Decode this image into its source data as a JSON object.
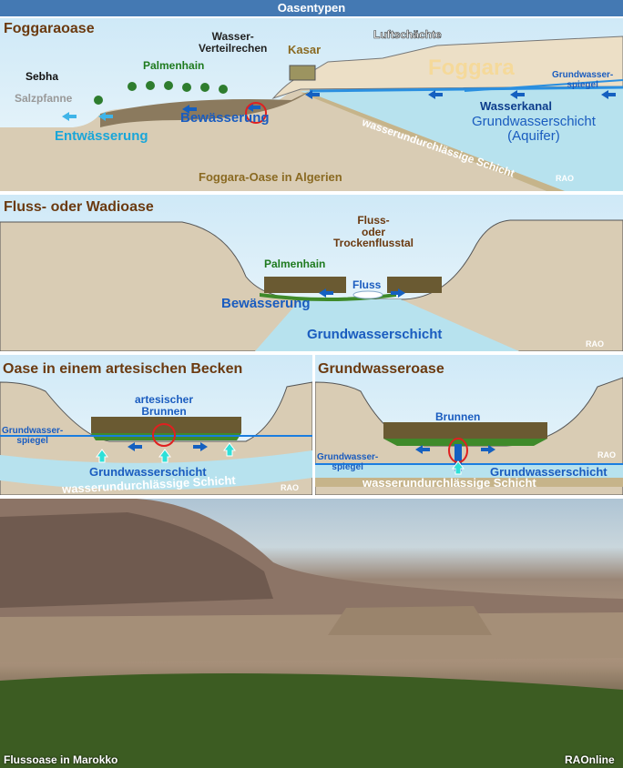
{
  "title": "Oasentypen",
  "panels": {
    "foggara": {
      "heading": "Foggaraoase",
      "sebha": "Sebha",
      "salzpfanne": "Salzpfanne",
      "palmenhain": "Palmenhain",
      "verteil1": "Wasser-",
      "verteil2": "Verteilrechen",
      "kasar": "Kasar",
      "luft": "Luftschächte",
      "foggara": "Foggara",
      "gw1": "Grundwasser-",
      "gw2": "spiegel",
      "bew": "Bewässerung",
      "entw": "Entwässerung",
      "kanal": "Wasserkanal",
      "schicht": "Grundwasserschicht",
      "aquifer": "(Aquifer)",
      "undurch": "wasserundurchlässige Schicht",
      "caption": "Foggara-Oase in Algerien",
      "credit": "RAO"
    },
    "wadi": {
      "heading": "Fluss- oder Wadioase",
      "tal1": "Fluss-",
      "tal2": "oder",
      "tal3": "Trockenflusstal",
      "palmenhain": "Palmenhain",
      "fluss": "Fluss",
      "bew": "Bewässerung",
      "schicht": "Grundwasserschicht",
      "credit": "RAO"
    },
    "artesisch": {
      "heading": "Oase in einem artesischen Becken",
      "brunnen1": "artesischer",
      "brunnen2": "Brunnen",
      "gw1": "Grundwasser-",
      "gw2": "spiegel",
      "schicht": "Grundwasserschicht",
      "undurch": "wasserundurchlässige Schicht",
      "credit": "RAO"
    },
    "grundwasser": {
      "heading": "Grundwasseroase",
      "brunnen": "Brunnen",
      "gw1": "Grundwasser-",
      "gw2": "spiegel",
      "schicht": "Grundwasserschicht",
      "undurch": "wasserundurchlässige Schicht",
      "credit": "RAO"
    }
  },
  "photo": {
    "caption": "Flussoase in Marokko",
    "credit": "RAOnline"
  }
}
